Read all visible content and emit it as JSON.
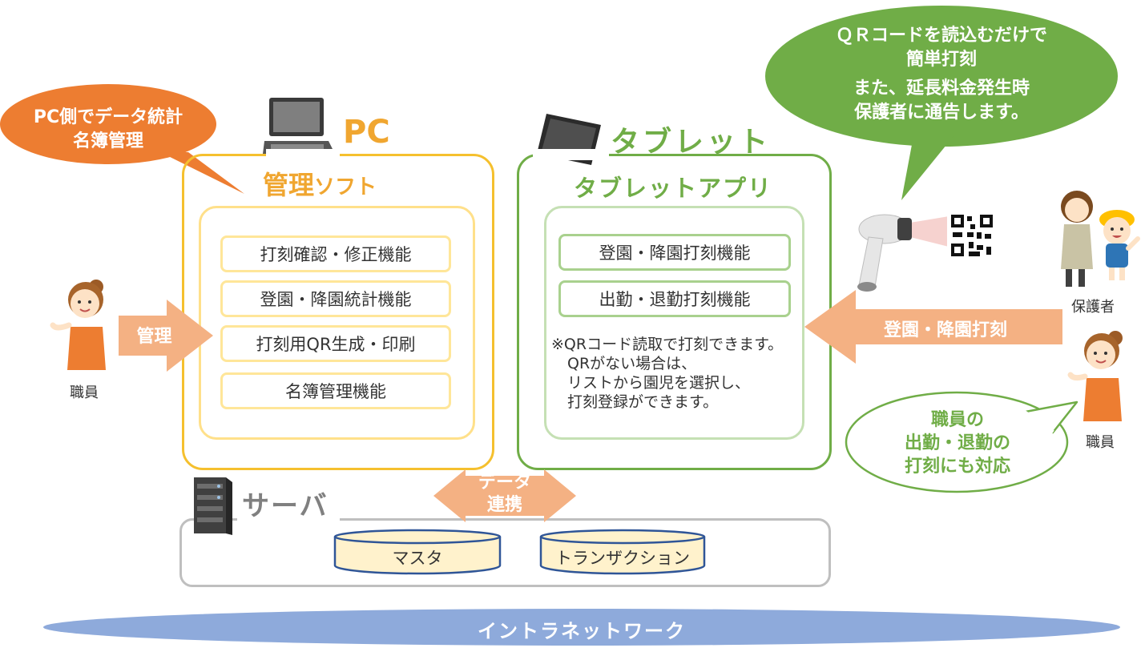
{
  "bubbles": {
    "pc_bubble": [
      "PC側でデータ統計",
      "名簿管理"
    ],
    "qr_bubble": [
      "ＱＲコードを読込むだけで",
      "簡単打刻",
      "また、延長料金発生時",
      "保護者に通告します。"
    ],
    "staff_bubble": [
      "職員の",
      "出勤・退勤の",
      "打刻にも対応"
    ]
  },
  "pc": {
    "device_label": "PC",
    "software_title_main": "管理",
    "software_title_sub": "ソフト",
    "functions": [
      "打刻確認・修正機能",
      "登園・降園統計機能",
      "打刻用QR生成・印刷",
      "名簿管理機能"
    ]
  },
  "tablet": {
    "device_label": "タブレット",
    "app_title": "タブレットアプリ",
    "functions": [
      "登園・降園打刻機能",
      "出勤・退勤打刻機能"
    ],
    "note_lines": [
      "※QRコード読取で打刻できます。",
      "QRがない場合は、",
      "リストから園児を選択し、",
      "打刻登録ができます。"
    ]
  },
  "server": {
    "label": "サーバ",
    "databases": [
      "マスタ",
      "トランザクション"
    ],
    "sync_arrow": [
      "データ",
      "連携"
    ]
  },
  "people": {
    "staff_left": "職員",
    "guardian": "保護者",
    "staff_right": "職員"
  },
  "arrows": {
    "manage": "管理",
    "checkin": "登園・降園打刻"
  },
  "network": {
    "label": "イントラネットワーク"
  },
  "colors": {
    "orange": "#f0a630",
    "pc_frame": "#f5c02e",
    "tablet_frame": "#70ad47",
    "bubble_orange": "#ed7d31",
    "bubble_green": "#70ad47",
    "arrow_peach": "#f4b183",
    "network_blue": "#8eaadb",
    "server_gray": "#a6a6a6",
    "db_fill": "#fff2cc",
    "db_stroke": "#2f5597"
  }
}
